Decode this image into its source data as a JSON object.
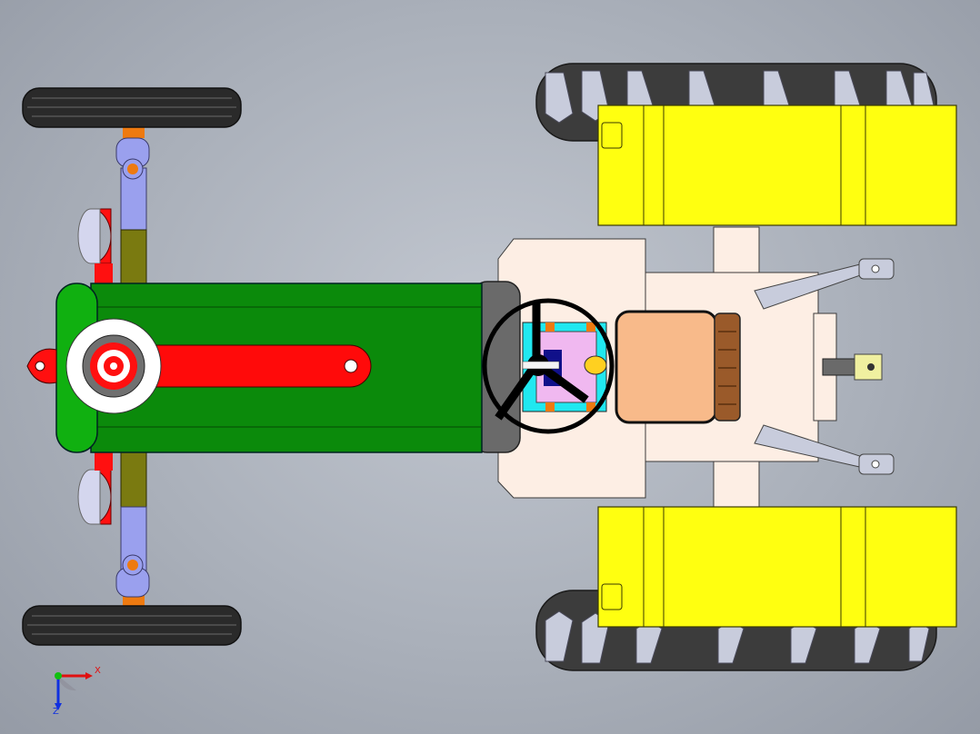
{
  "view": {
    "type": "cad-top-view",
    "subject": "tractor",
    "background_color": "#aeb4be"
  },
  "colors": {
    "hood": "#0b8a0b",
    "hood_dark": "#067006",
    "hood_nose": "#0fae0f",
    "hood_stripe": "#ff0a0a",
    "front_tire": "#2a2a2a",
    "rear_tire": "#3a3a3a",
    "tire_lug": "#c8ccdc",
    "fender": "#ffff10",
    "chassis": "#fdeee4",
    "seat": "#f8ba8a",
    "seat_back": "#9a5a2a",
    "axle": "#9aa0ee",
    "axle_dark": "#7a7a10",
    "headlight": "#ff1010",
    "headlight_lens": "#d4d6ee",
    "steering_wheel": "#000000",
    "dash": "#20e8f0",
    "dash_inner": "#f0b8f0",
    "dash_block": "#10108a",
    "grille": "#5a5a5a",
    "pin": "#ee7a10",
    "link": "#c8ccdc"
  },
  "axis_triad": {
    "x_label": "X",
    "z_label": "Z",
    "x_color": "#e01010",
    "z_color": "#1030e0",
    "origin_color": "#10c010"
  }
}
